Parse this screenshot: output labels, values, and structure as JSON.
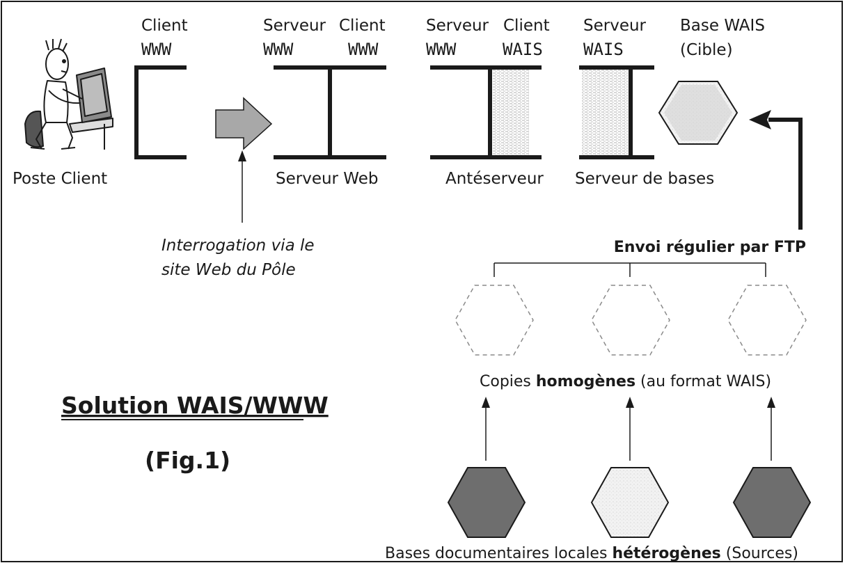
{
  "header": {
    "client_www_1": "Client",
    "client_www_2": "WWW",
    "serveur_www_1": "Serveur",
    "serveur_www_2": "WWW",
    "client_www_b1": "Client",
    "client_www_b2": "WWW",
    "serveur_www_c1": "Serveur",
    "serveur_www_c2": "WWW",
    "client_wais_1": "Client",
    "client_wais_2": "WAIS",
    "serveur_wais_1": "Serveur",
    "serveur_wais_2": "WAIS",
    "base_wais_1": "Base WAIS",
    "base_wais_2": "(Cible)"
  },
  "nodes": {
    "poste_client": "Poste Client",
    "serveur_web": "Serveur Web",
    "anteserveur": "Antéserveur",
    "serveur_bases": "Serveur de bases"
  },
  "query_note": {
    "line1": "Interrogation via le",
    "line2": "site Web du Pôle"
  },
  "ftp": {
    "label": "Envoi régulier par FTP"
  },
  "copies": {
    "pre": "Copies ",
    "bold": "homogènes",
    "post": " (au format WAIS)"
  },
  "sources": {
    "pre": "Bases documentaires locales ",
    "bold": "hétérogènes",
    "post": " (Sources)"
  },
  "title": {
    "main": "Solution WAIS/WWW",
    "fig": "(Fig.1)"
  },
  "colors": {
    "line": "#1a1a1a",
    "arrow_fill": "#a8a8a8",
    "dark_hex": "#6e6e6e",
    "light_hex": "#ececec",
    "hatch": "#bdbdbd"
  }
}
